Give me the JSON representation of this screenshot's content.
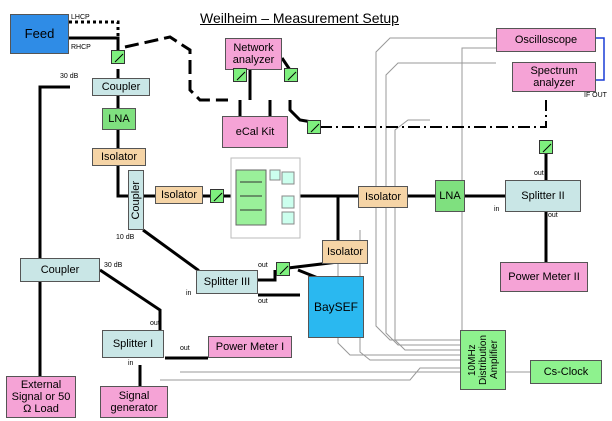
{
  "title": "Weilheim – Measurement Setup",
  "blocks": {
    "feed": "Feed",
    "network_analyzer": "Network analyzer",
    "ecal_kit": "eCal Kit",
    "oscilloscope": "Oscilloscope",
    "spectrum_analyzer": "Spectrum analyzer",
    "coupler_top": "Coupler",
    "lna_left": "LNA",
    "isolator_1": "Isolator",
    "coupler_vertical": "Coupler",
    "isolator_2": "Isolator",
    "isolator_3": "Isolator",
    "lna_right": "LNA",
    "splitter_ii": "Splitter II",
    "isolator_4": "Isolator",
    "power_meter_ii": "Power Meter II",
    "coupler_left": "Coupler",
    "splitter_iii": "Splitter III",
    "baysef": "BaySEF",
    "splitter_i": "Splitter I",
    "power_meter_i": "Power Meter I",
    "distribution_amp": "10MHz Distribution Amplifier",
    "cs_clock": "Cs-Clock",
    "external_signal": "External Signal or 50 Ω Load",
    "signal_generator": "Signal generator"
  },
  "labels": {
    "lhcp": "LHCP",
    "rhcp": "RHCP",
    "db30_top": "30 dB",
    "db10": "10 dB",
    "db30_left": "30 dB",
    "if_out": "IF OUT",
    "out_split2_top": "out",
    "in_split2": "in",
    "out_split2_bottom": "out",
    "out_split3_top": "out",
    "in_split3": "in",
    "out_split3_bottom": "out",
    "out_split1_top": "out",
    "out_split1_right": "out",
    "in_split1": "in"
  }
}
